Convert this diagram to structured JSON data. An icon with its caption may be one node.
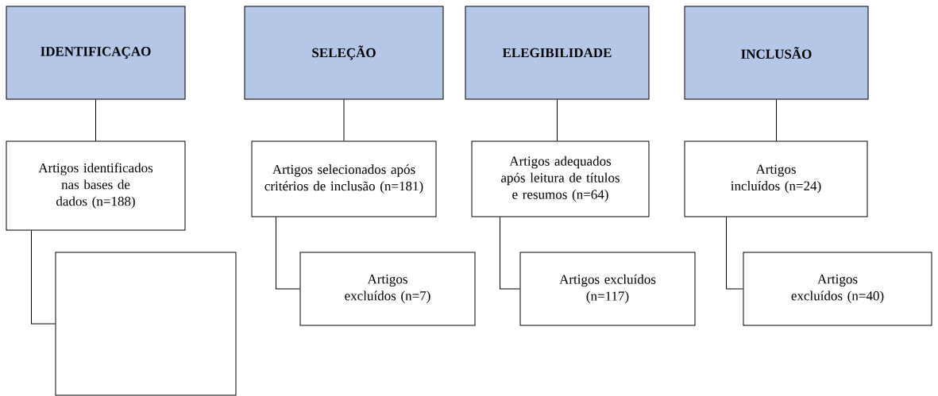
{
  "diagram": {
    "nodes": [
      {
        "text": [
          "IDENTIFICAÇAO"
        ]
      },
      {
        "text": [
          "SELEÇÃO"
        ]
      },
      {
        "text": [
          "ELEGIBILIDADE"
        ]
      },
      {
        "text": [
          "INCLUSÃO"
        ]
      },
      {
        "text": [
          "Artigos identificados nas bases de dados (n=188)"
        ]
      },
      {
        "text": [
          "Artigos selecionados após critérios de inclusão (n=181)"
        ]
      },
      {
        "text": [
          "Artigos adequados após leitura de títulos e resumos (n=64)"
        ]
      },
      {
        "text": [
          "Artigos incluídos (n=24)"
        ]
      },
      {
        "text": [],
        "shape": "box"
      },
      {
        "text": [
          "Artigos excluídos (n=7)"
        ]
      },
      {
        "text": [
          "Artigos excluídos (n=117)"
        ]
      },
      {
        "text": [
          "Artigos excluídos (n=40)"
        ]
      }
    ],
    "edges": [
      {
        "from": 0,
        "to": 4,
        "arrow": "none"
      },
      {
        "from": 1,
        "to": 5,
        "arrow": "none"
      },
      {
        "from": 2,
        "to": 6,
        "arrow": "none"
      },
      {
        "from": 3,
        "to": 7,
        "arrow": "none"
      },
      {
        "from": 4,
        "to": 8,
        "arrow": "none"
      },
      {
        "from": 5,
        "to": 9,
        "arrow": "none"
      },
      {
        "from": 6,
        "to": 10,
        "arrow": "none"
      },
      {
        "from": 7,
        "to": 11,
        "arrow": "none"
      }
    ]
  }
}
